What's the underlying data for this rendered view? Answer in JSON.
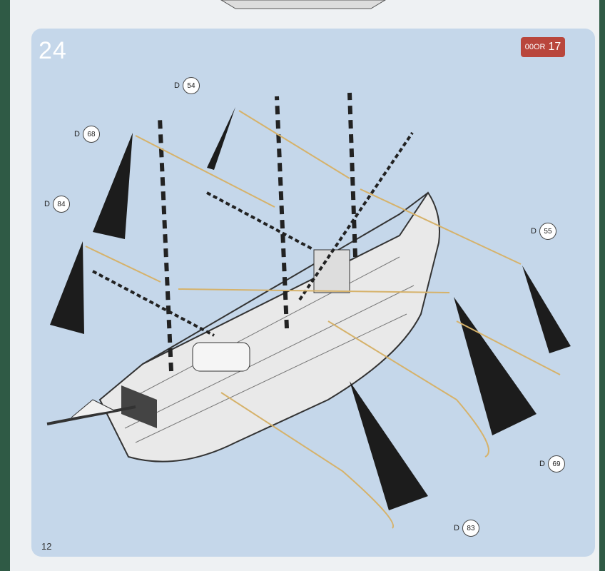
{
  "step_number": "24",
  "page_number": "12",
  "badge": {
    "code": "00OR",
    "number": "17"
  },
  "callouts": [
    {
      "prefix": "D",
      "number": "54"
    },
    {
      "prefix": "D",
      "number": "68"
    },
    {
      "prefix": "D",
      "number": "84"
    },
    {
      "prefix": "D",
      "number": "55"
    },
    {
      "prefix": "D",
      "number": "69"
    },
    {
      "prefix": "D",
      "number": "83"
    }
  ],
  "colors": {
    "panel": "#c5d7ea",
    "badge": "#b9463c",
    "arrow": "#d6b26a",
    "part": "#1c1c1c"
  },
  "icons": [
    "ship-illustration",
    "rigging-part",
    "assembly-arrow"
  ]
}
